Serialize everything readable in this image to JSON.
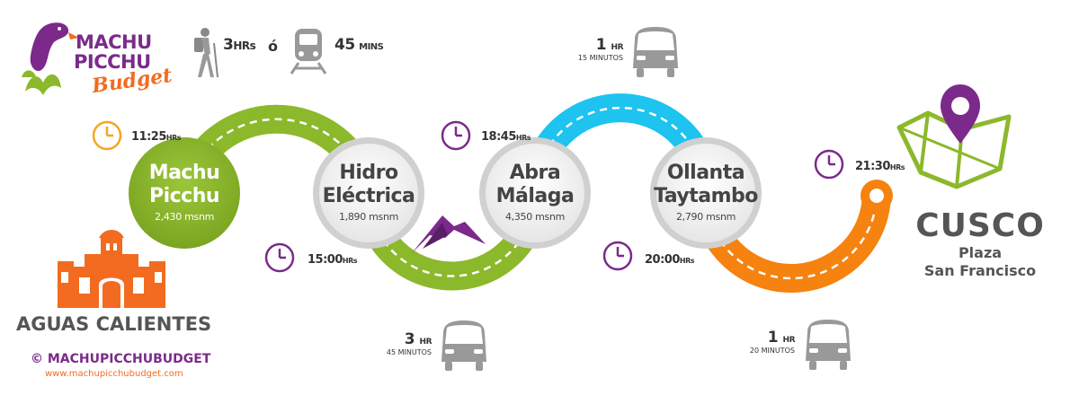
{
  "brand": {
    "line1": "MACHU",
    "line2": "PICCHU",
    "line3": "Budget",
    "purple": "#7b2a8b",
    "orange": "#f26b21",
    "green": "#8cb82b"
  },
  "header": {
    "walk_value": "3",
    "walk_unit": "HRs",
    "or_word": "ó",
    "train_value": "45",
    "train_unit": "MINS",
    "walk_icon": "hiker-icon",
    "train_icon": "train-icon"
  },
  "nodes": [
    {
      "name1": "Machu",
      "name2": "Picchu",
      "alt": "2,430 msnm",
      "style": "filled"
    },
    {
      "name1": "Hidro",
      "name2": "Eléctrica",
      "alt": "1,890 msnm",
      "style": "outline"
    },
    {
      "name1": "Abra",
      "name2": "Málaga",
      "alt": "4,350 msnm",
      "style": "outline"
    },
    {
      "name1": "Ollanta",
      "name2": "Taytambo",
      "alt": "2,790 msnm",
      "style": "outline"
    }
  ],
  "times": [
    {
      "value": "11:25",
      "unit": "HRs",
      "color": "#f5a623"
    },
    {
      "value": "15:00",
      "unit": "HRs",
      "color": "#7b2a8b"
    },
    {
      "value": "18:45",
      "unit": "HRs",
      "color": "#7b2a8b"
    },
    {
      "value": "20:00",
      "unit": "HRs",
      "color": "#7b2a8b"
    },
    {
      "value": "21:30",
      "unit": "HRs",
      "color": "#7b2a8b"
    }
  ],
  "durations": [
    {
      "hours": "3",
      "hour_unit": "HR",
      "minutes": "45 MINUTOS",
      "icon": "van-icon"
    },
    {
      "hours": "1",
      "hour_unit": "HR",
      "minutes": "15 MINUTOS",
      "icon": "van-icon"
    },
    {
      "hours": "1",
      "hour_unit": "HR",
      "minutes": "20 MINUTOS",
      "icon": "van-icon"
    }
  ],
  "origin": {
    "label": "AGUAS CALIENTES",
    "icon": "church-icon"
  },
  "destination": {
    "city": "CUSCO",
    "place1": "Plaza",
    "place2": "San Francisco",
    "icon": "map-pin-icon"
  },
  "footer": {
    "copyright": "© MACHUPICCHUBUDGET",
    "website": "www.machupicchubudget.com"
  },
  "colors": {
    "green_track": "#8cb82b",
    "blue_track": "#1ec3f0",
    "orange_track": "#f6820f",
    "node_outline": "#d8d8d8",
    "text_dark": "#444444",
    "mountain": "#7b2a8b"
  }
}
